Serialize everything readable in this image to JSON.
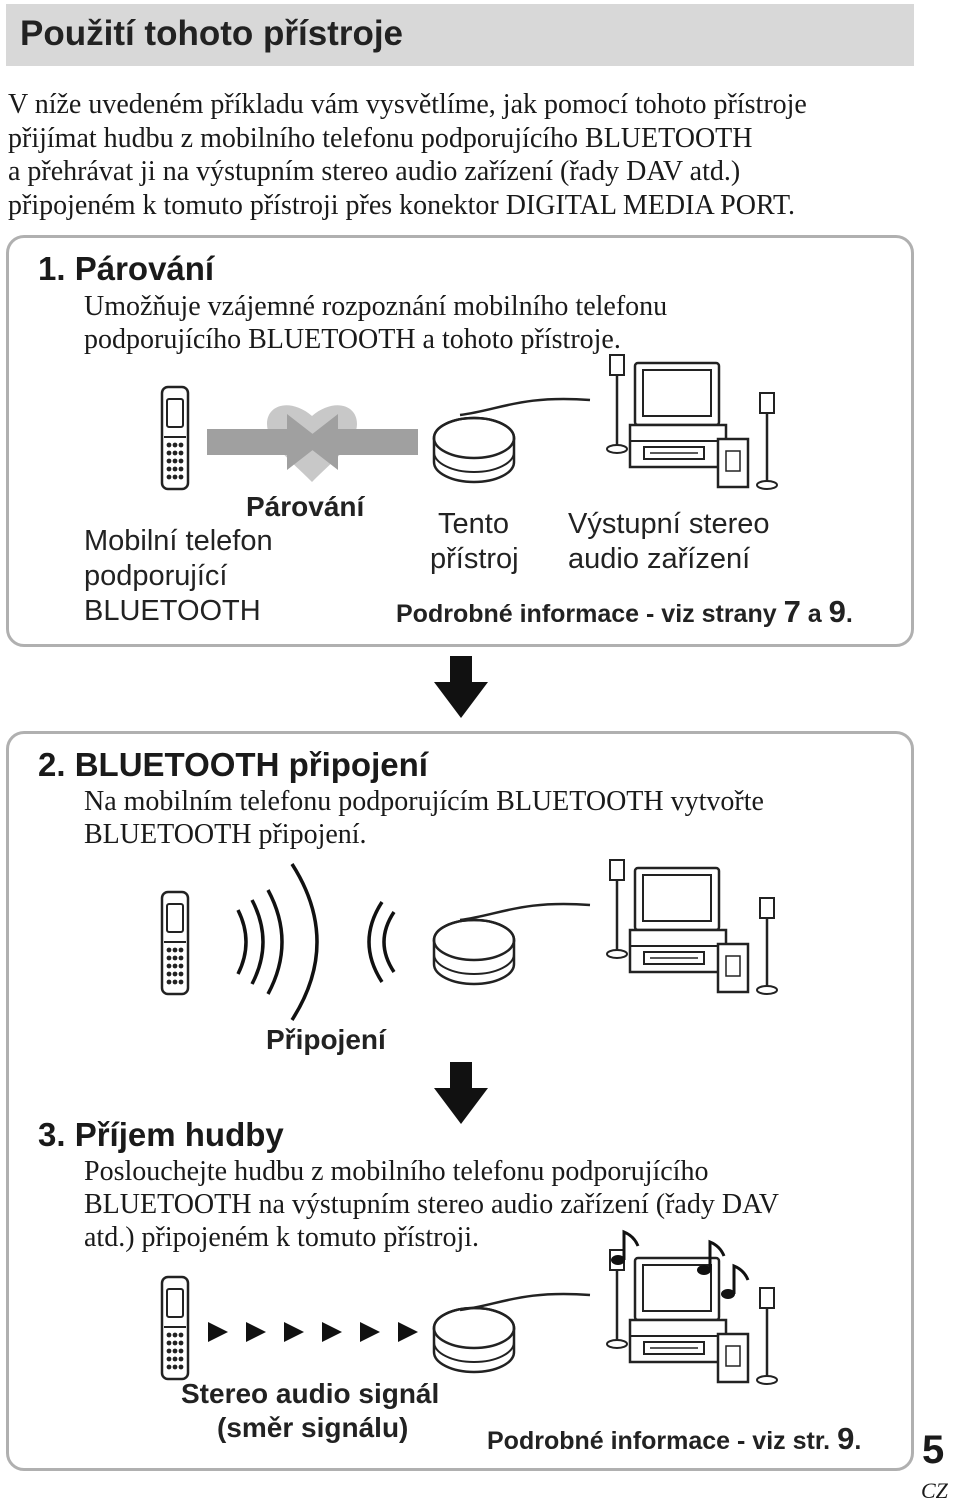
{
  "page": {
    "title": "Použití tohoto přístroje",
    "intro_lines": [
      "V níže uvedeném příkladu vám vysvětlíme, jak pomocí tohoto přístroje",
      "přijímat hudbu z mobilního telefonu podporujícího BLUETOOTH",
      "a přehrávat ji na výstupním stereo audio zařízení (řady DAV atd.)",
      "připojeném k tomuto přístroji přes konektor DIGITAL MEDIA PORT."
    ],
    "page_number": "5",
    "language_code": "CZ"
  },
  "step1": {
    "number": "1.",
    "title": "Párování",
    "body_lines": [
      "Umožňuje vzájemné rozpoznání mobilního telefonu",
      "podporujícího BLUETOOTH a tohoto přístroje."
    ],
    "pairing_label": "Párování",
    "phone_label_lines": [
      "Mobilní telefon",
      "podporující",
      "BLUETOOTH"
    ],
    "unit_label_lines": [
      "Tento",
      "přístroj"
    ],
    "output_label_lines": [
      "Výstupní stereo",
      "audio zařízení"
    ],
    "ref_prefix": "Podrobné informace - viz strany ",
    "ref_page_a": "7",
    "ref_and": " a ",
    "ref_page_b": "9",
    "ref_suffix": "."
  },
  "step2": {
    "number": "2.",
    "title": "BLUETOOTH připojení",
    "body_lines": [
      "Na mobilním telefonu podporujícím BLUETOOTH vytvořte",
      "BLUETOOTH připojení."
    ],
    "connection_label": "Připojení"
  },
  "step3": {
    "number": "3.",
    "title": "Příjem hudby",
    "body_lines": [
      "Poslouchejte hudbu z mobilního telefonu podporujícího",
      "BLUETOOTH na výstupním stereo audio zařízení (řady DAV",
      "atd.) připojeném k tomuto přístroji."
    ],
    "signal_label_lines": [
      "Stereo audio signál",
      "(směr signálu)"
    ],
    "ref_prefix": "Podrobné informace - viz str. ",
    "ref_page": "9",
    "ref_suffix": "."
  },
  "icons": {
    "phone": "mobile-phone-icon",
    "adapter": "bluetooth-adapter-icon",
    "home_theater": "home-theater-icon",
    "heart": "pairing-heart-icon",
    "arrow_down": "arrow-down-icon",
    "waves": "radio-waves-icon",
    "notes": "music-note-icon",
    "signal": "signal-direction-icon"
  },
  "colors": {
    "title_bar": "#d8d8d8",
    "panel_border": "#b0b0b0",
    "text": "#1a1a1a",
    "pairing_gray": "#a8a8a8"
  }
}
